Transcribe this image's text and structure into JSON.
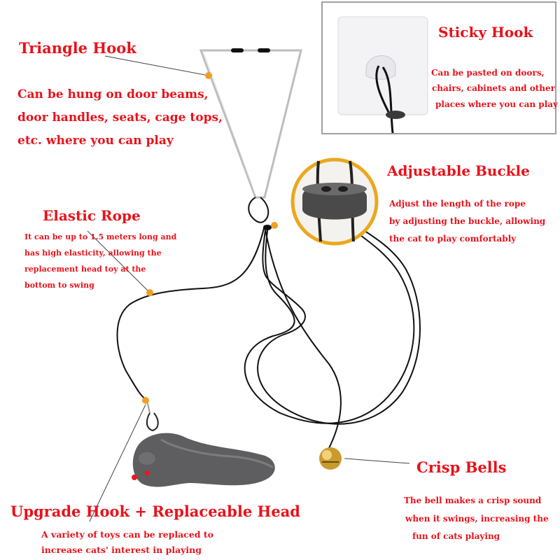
{
  "colors": {
    "label": "#e8121b",
    "accent_dot": "#f0a020",
    "rope": "#111111",
    "hook": "#c8c8c8"
  },
  "triangle_hook": {
    "title": "Triangle Hook",
    "lines": [
      "Can be hung on door beams,",
      "door handles, seats, cage tops,",
      "etc. where you can play"
    ]
  },
  "sticky_hook": {
    "title": "Sticky Hook",
    "lines": [
      "Can be pasted on doors,",
      "chairs, cabinets and other",
      "places where you can play"
    ]
  },
  "adjustable_buckle": {
    "title": "Adjustable Buckle",
    "lines": [
      "Adjust the length of the rope",
      " by adjusting the buckle, allowing",
      "the cat to play comfortably"
    ]
  },
  "elastic_rope": {
    "title": "Elastic Rope",
    "lines": [
      "It can be up to 1.5 meters long and",
      " has high elasticity, allowing the",
      "replacement head toy at the",
      "bottom to swing"
    ]
  },
  "crisp_bells": {
    "title": "Crisp Bells",
    "lines": [
      "The bell makes a crisp sound",
      "when it swings, increasing the",
      " fun of cats playing"
    ]
  },
  "upgrade_hook": {
    "title": "Upgrade Hook + Replaceable Head",
    "lines": [
      "A variety of toys can be replaced to",
      "increase cats' interest in playing"
    ]
  }
}
